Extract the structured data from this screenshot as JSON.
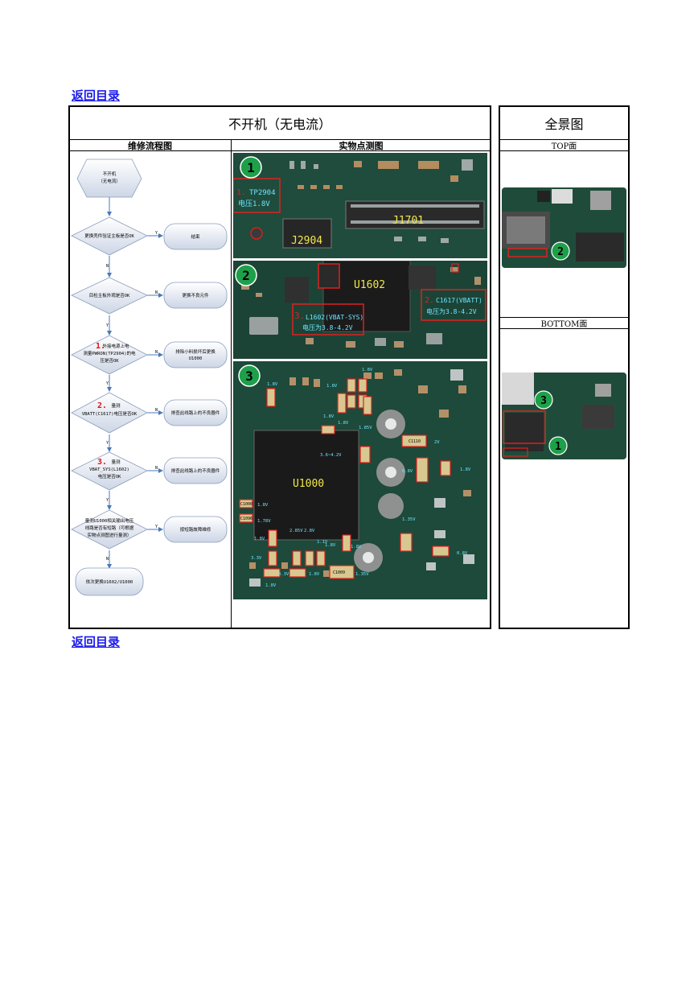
{
  "nav": {
    "back_to_toc_top": "返回目录",
    "back_to_toc_bottom": "返回目录"
  },
  "header": {
    "title": "不开机（无电流）",
    "overview": "全景图"
  },
  "columns": {
    "flowchart": "维修流程图",
    "measurement": "实物点测图",
    "top_side": "TOP面",
    "bottom_side": "BOTTOM面"
  },
  "flow": {
    "start": [
      "不开机",
      "（无电流）"
    ],
    "d1": "更换壳件验证主板是否OK",
    "r1": "结束",
    "d2": "目检主板外观是否OK",
    "r2": "更换不良元件",
    "d3_num": "1.",
    "d3": [
      "外接电源上电",
      "测量PWRON(TP2904)的电",
      "压是否OK"
    ],
    "r3": [
      "排除小料损坏后更换",
      "U1000"
    ],
    "d4_num": "2.",
    "d4": [
      "量测",
      "VBATT(C1617)电压是否OK"
    ],
    "r4": "排查此线路上的不良器件",
    "d5_num": "3.",
    "d5": [
      "量测",
      "VBAT_SYS(L1602)",
      "电压是否OK"
    ],
    "r5": "排查此线路上的不良器件",
    "d6": [
      "量测U1000相关输出电压",
      "线路是否有短路（可根据",
      "实物点测图进行量测）"
    ],
    "r6": "按短路故障维修",
    "end": "依次更换U1602/U1000",
    "yes": "Y",
    "no": "N"
  },
  "photo1": {
    "marker": "1",
    "label_num": "1.",
    "label_a": "TP2904",
    "label_b": "电压1.8V",
    "conn_a": "J1701",
    "conn_b": "J2904"
  },
  "photo2": {
    "marker": "2",
    "chip": "U1602",
    "l_num": "3.",
    "l_a": "L1602(VBAT-SYS)",
    "l_b": "电压为3.8-4.2V",
    "c_num": "2.",
    "c_a": "C1617(VBATT)",
    "c_b": "电压为3.8-4.2V"
  },
  "photo3": {
    "marker": "3",
    "chip": "U1000",
    "volts": [
      "1.8V",
      "1.8V",
      "1.8V",
      "1.8V",
      "1.85V",
      "1.8V",
      "2V",
      "3.6~4.2V",
      "0.8V",
      "1.8V",
      "1.8V",
      "1.78V",
      "3.3V",
      "1.8V",
      "2.85V",
      "2.8V",
      "1.1V",
      "1.8V",
      "1.35V",
      "0.8V",
      "3.3V",
      "1.8V",
      "1.8V",
      "1.35V",
      "1.8V"
    ],
    "caps": [
      "C1110",
      "C1000",
      "C1096",
      "C1009"
    ]
  },
  "overview_markers": {
    "top": "2",
    "bottom_a": "3",
    "bottom_b": "1"
  }
}
